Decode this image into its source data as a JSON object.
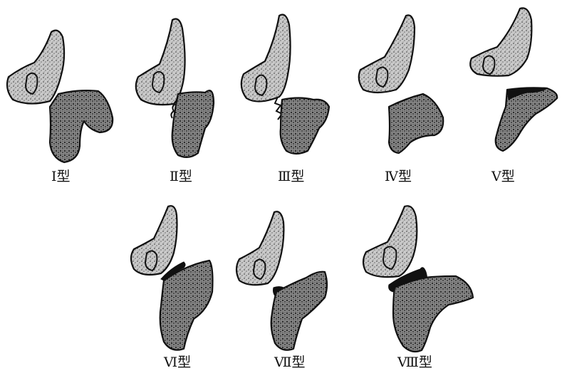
{
  "figure": {
    "panels": [
      {
        "id": "I",
        "label": "Ⅰ型"
      },
      {
        "id": "II",
        "label": "Ⅱ型"
      },
      {
        "id": "III",
        "label": "Ⅲ型"
      },
      {
        "id": "IV",
        "label": "Ⅳ型"
      },
      {
        "id": "V",
        "label": "Ⅴ型"
      },
      {
        "id": "VI",
        "label": "Ⅵ型"
      },
      {
        "id": "VII",
        "label": "Ⅶ型"
      },
      {
        "id": "VIII",
        "label": "Ⅷ型"
      }
    ],
    "colors": {
      "outline": "#111111",
      "stipple_light": "#bdbdbd",
      "stipple_dark": "#6f6f6f",
      "background": "#ffffff"
    }
  }
}
